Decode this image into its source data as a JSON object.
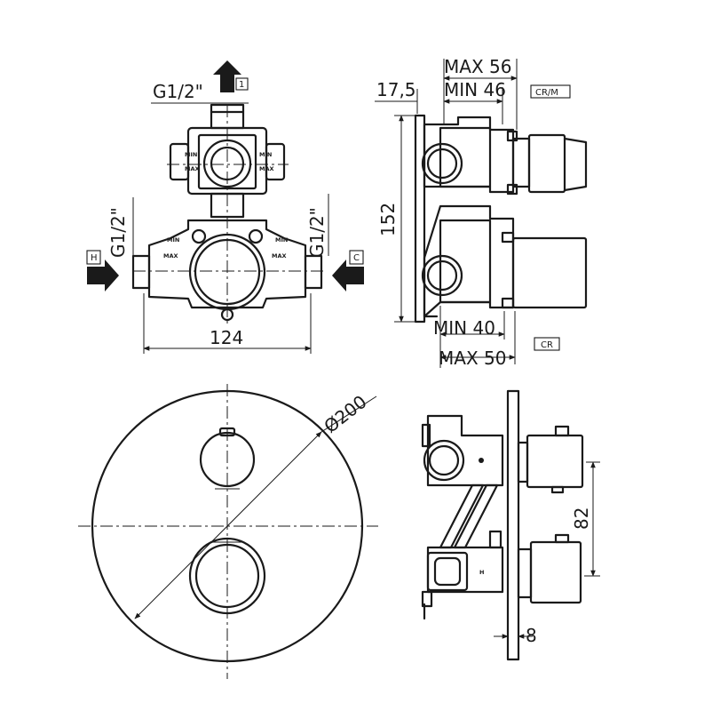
{
  "top_view": {
    "outlet_thread": "G1/2\"",
    "outlet_tag": "1",
    "left_thread": "G1/2\"",
    "right_thread": "G1/2\"",
    "hot_tag": "H",
    "cold_tag": "C",
    "width_dim": "124",
    "min_label_left": "MIN",
    "max_label_left": "MAX",
    "min_label_right": "MIN",
    "max_label_right": "MAX",
    "cartridge_left_label": "MIN",
    "cartridge_right_label": "MAX"
  },
  "side_view_top": {
    "max_depth": "MAX 56",
    "min_depth": "MIN 46",
    "finish_tag_top": "CR/M",
    "offset_dim": "17,5",
    "height_dim": "152",
    "min_depth_bottom": "MIN 40",
    "max_depth_bottom": "MAX 50",
    "finish_tag_bottom": "CR"
  },
  "front_view": {
    "plate_diameter": "Ø200"
  },
  "side_view_bottom": {
    "spacing_dim": "82",
    "plate_thickness": "8"
  }
}
